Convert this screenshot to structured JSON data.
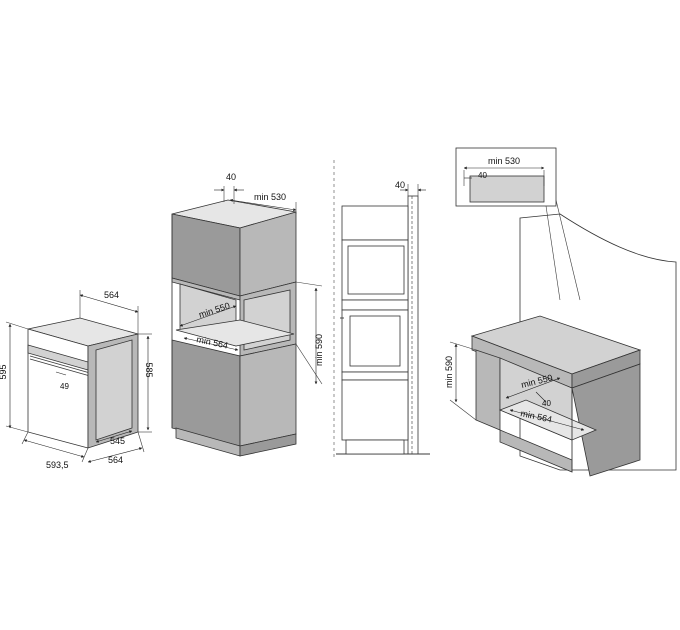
{
  "oven": {
    "depth_top": "564",
    "height_total": "595",
    "height_front": "585",
    "handle_offset": "49",
    "width_front": "593,5",
    "depth_body": "545",
    "depth_bottom": "564"
  },
  "tall_unit": {
    "top_gap": "40",
    "top_depth": "min 530",
    "niche_width": "min 550",
    "niche_height": "min 590",
    "niche_depth": "min 564"
  },
  "side_section": {
    "rear_gap": "40"
  },
  "undercounter": {
    "detail_depth": "min 530",
    "detail_gap": "40",
    "niche_height": "min 590",
    "niche_width": "min 550",
    "niche_depth": "min 564",
    "floor_gap": "40"
  }
}
